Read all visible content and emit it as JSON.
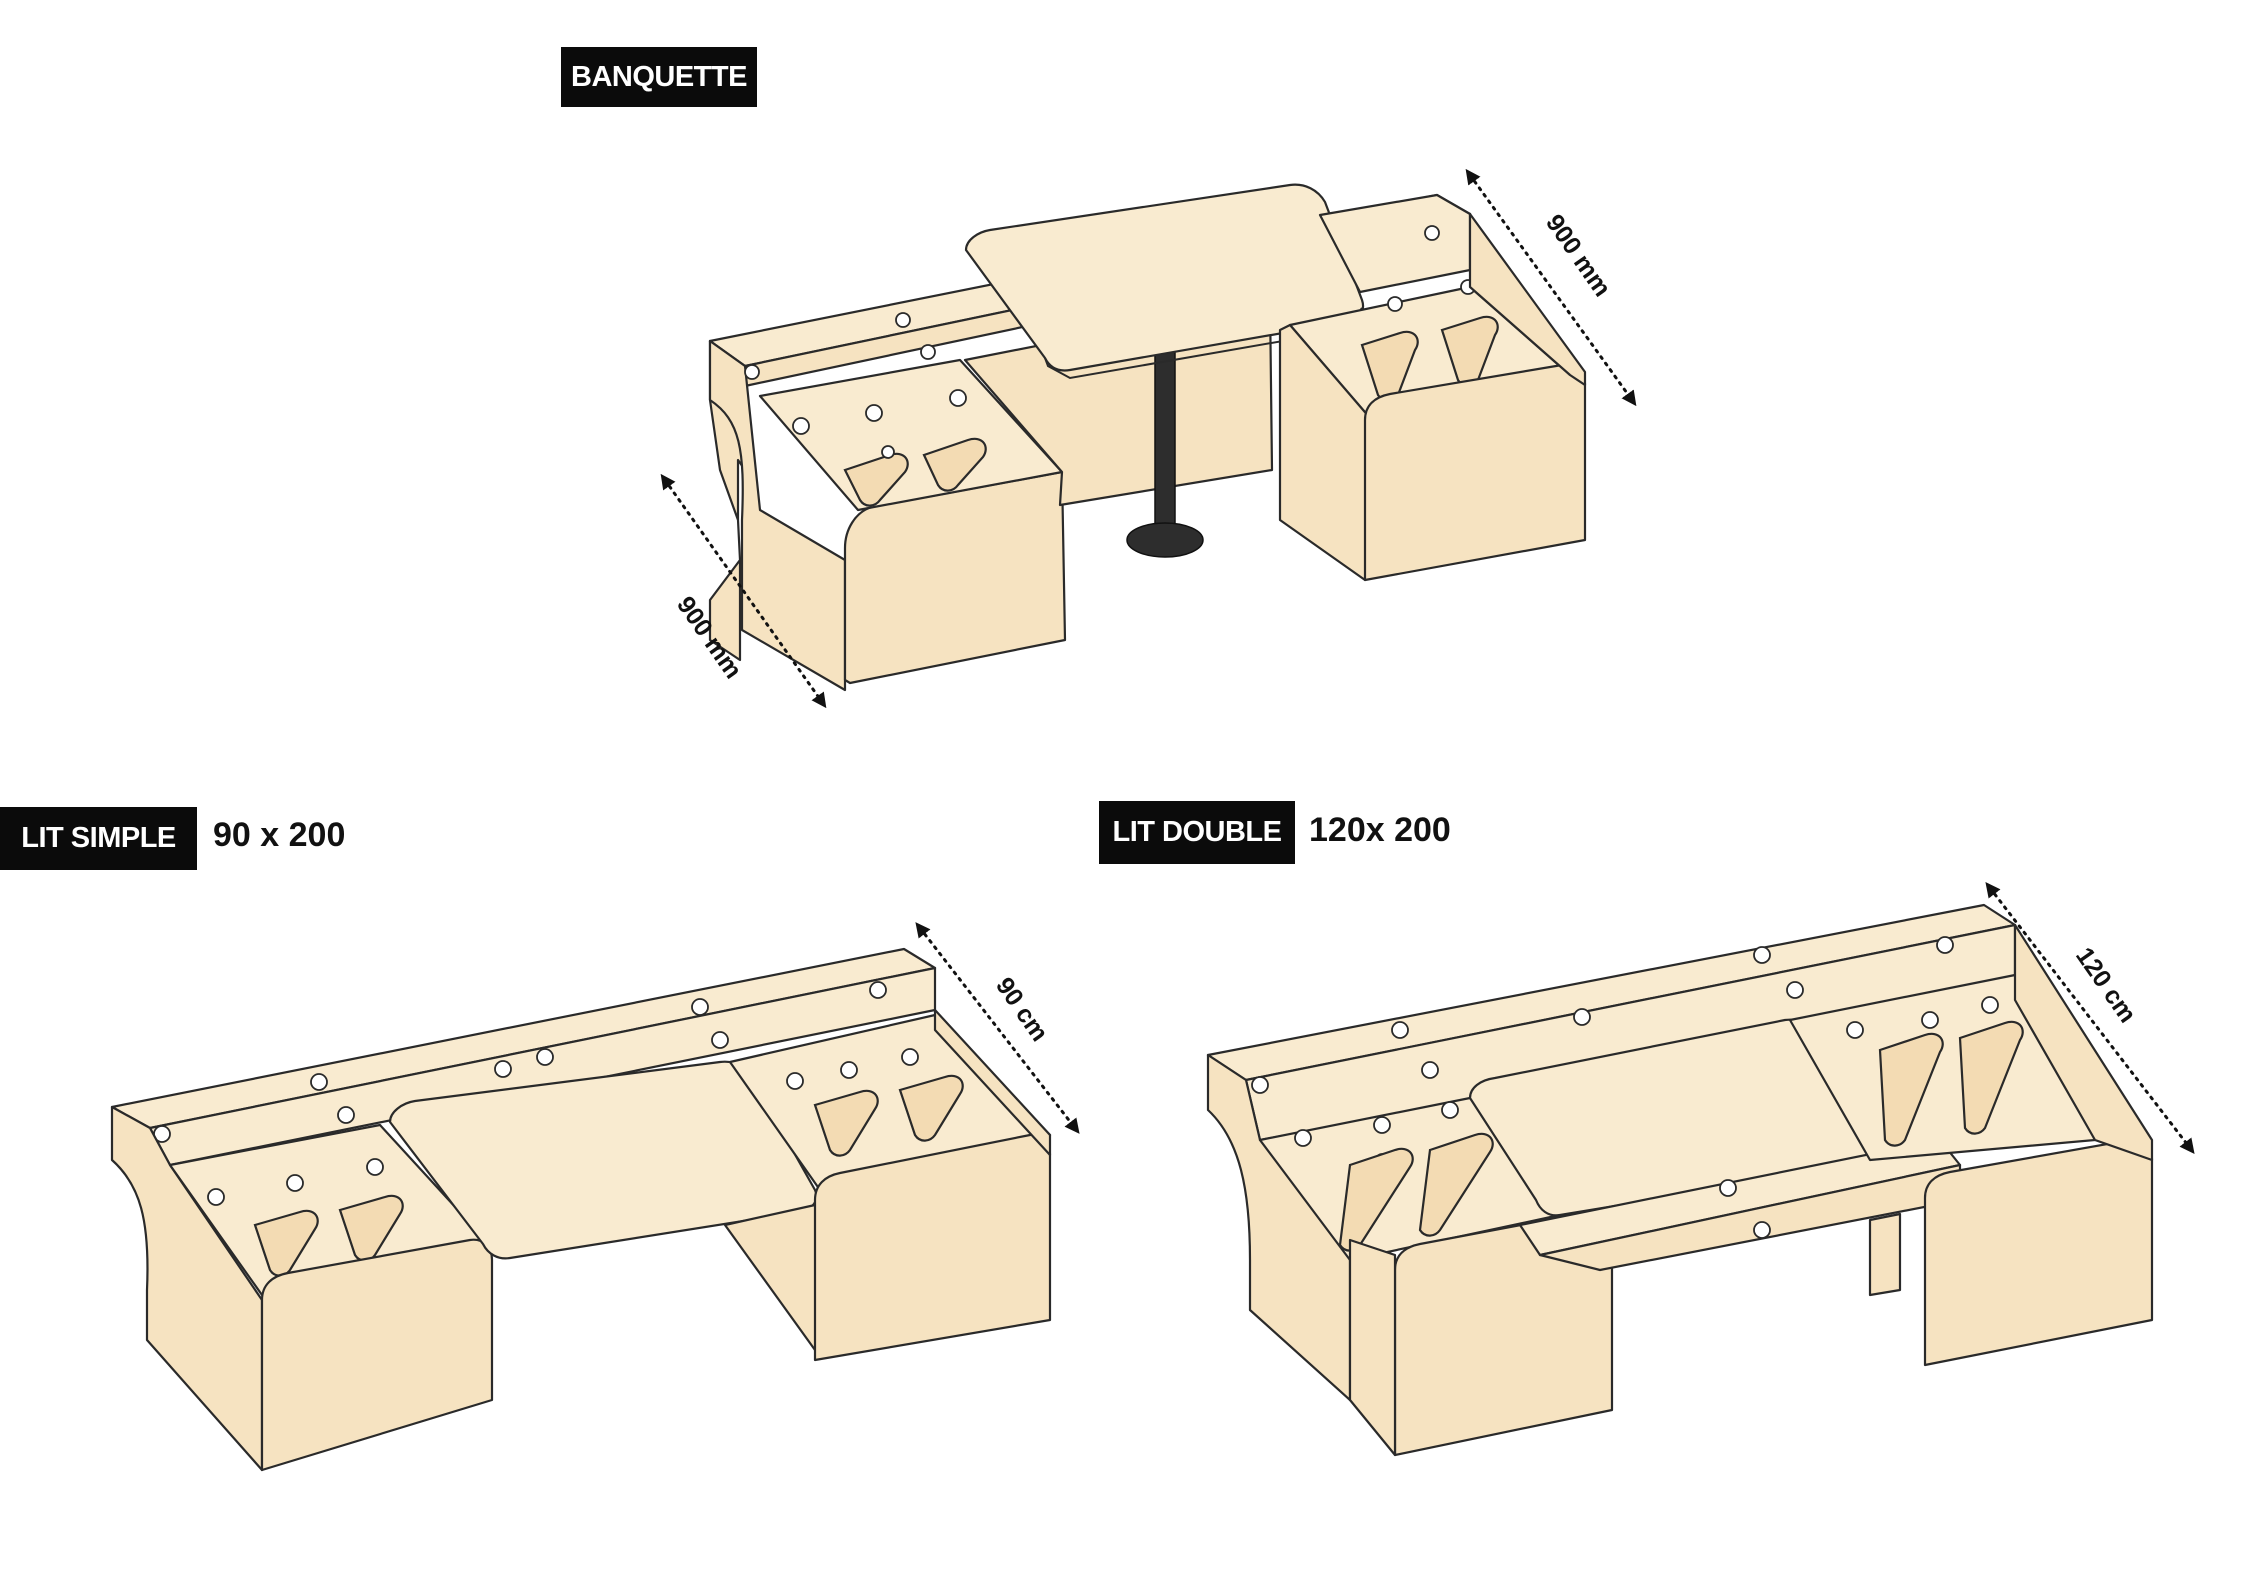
{
  "sections": {
    "banquette": {
      "badge": "BANQUETTE",
      "dim_left": "900 mm",
      "dim_right": "900 mm"
    },
    "lit_simple": {
      "badge": "LIT SIMPLE",
      "size": "90 x 200",
      "dim": "90 cm"
    },
    "lit_double": {
      "badge": "LIT DOUBLE",
      "size": "120x 200",
      "dim": "120 cm"
    }
  },
  "colors": {
    "wood": "#f6e3c1",
    "outline": "#2a2a2a",
    "badge_bg": "#0b0b0b",
    "metal": "#2d2d2d"
  }
}
